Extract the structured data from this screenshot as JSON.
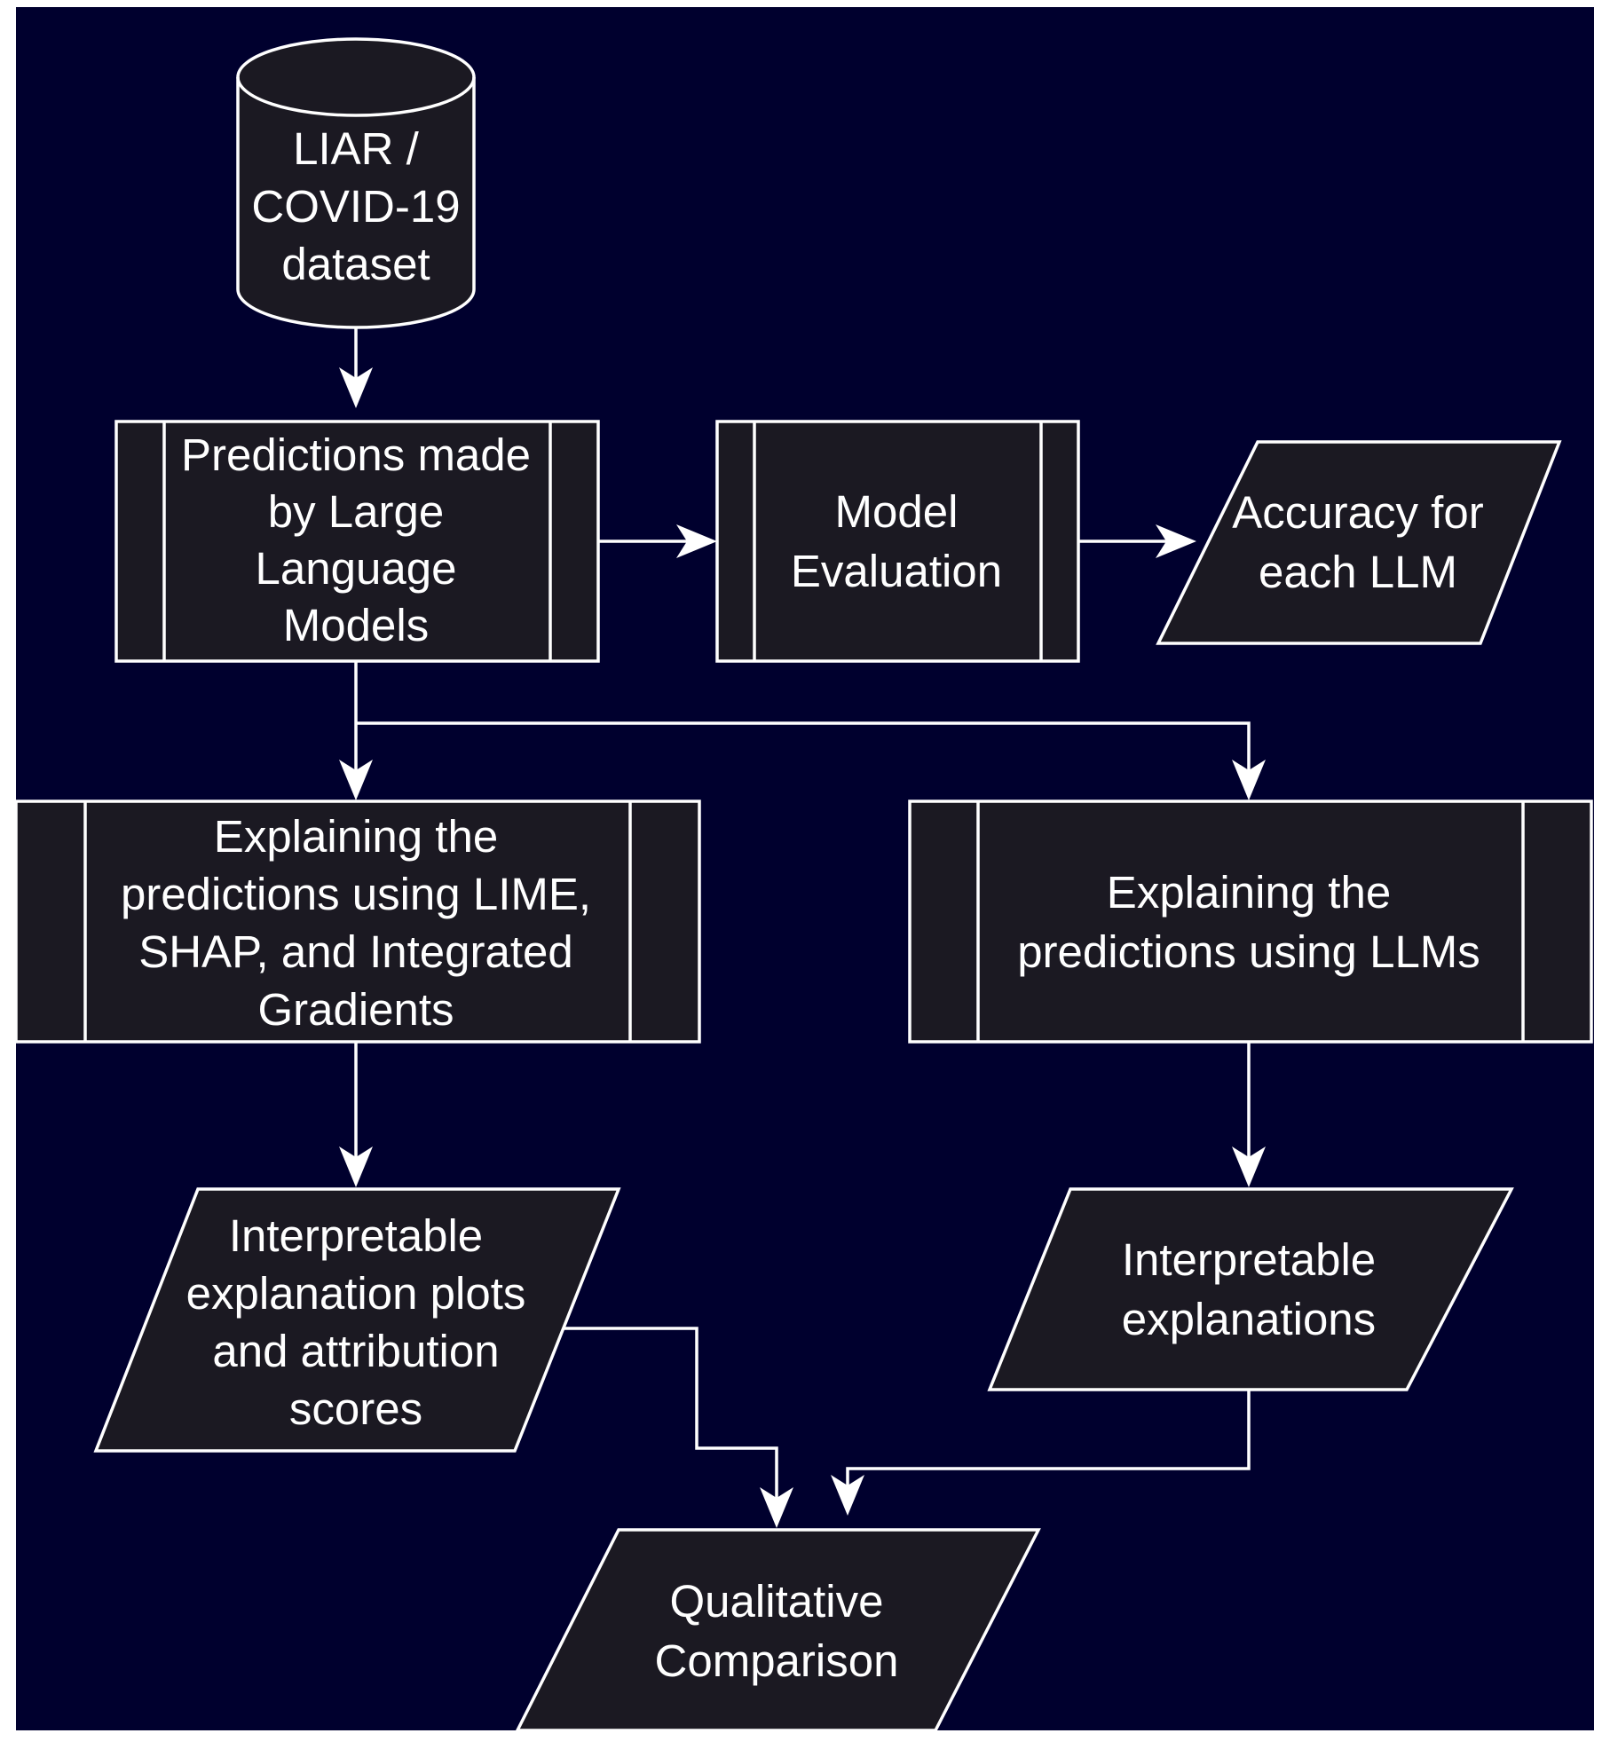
{
  "colors": {
    "background": "#00002e",
    "node_fill": "#1b1922",
    "stroke": "#ffffff",
    "text": "#ffffff"
  },
  "nodes": {
    "dataset": {
      "shape": "cylinder",
      "lines": [
        "LIAR /",
        "COVID-19",
        "dataset"
      ]
    },
    "predictions": {
      "shape": "process",
      "lines": [
        "Predictions made",
        "by Large",
        "Language",
        "Models"
      ]
    },
    "evaluation": {
      "shape": "process",
      "lines": [
        "Model",
        "Evaluation"
      ]
    },
    "accuracy": {
      "shape": "data",
      "lines": [
        "Accuracy for",
        "each LLM"
      ]
    },
    "explain_xai": {
      "shape": "process",
      "lines": [
        "Explaining the",
        "predictions using LIME,",
        "SHAP, and Integrated",
        "Gradients"
      ]
    },
    "explain_llm": {
      "shape": "process",
      "lines": [
        "Explaining the",
        "predictions using LLMs"
      ]
    },
    "plots": {
      "shape": "data",
      "lines": [
        "Interpretable",
        "explanation plots",
        "and attribution",
        "scores"
      ]
    },
    "explanations": {
      "shape": "data",
      "lines": [
        "Interpretable",
        "explanations"
      ]
    },
    "comparison": {
      "shape": "data",
      "lines": [
        "Qualitative",
        "Comparison"
      ]
    }
  },
  "edges": [
    [
      "dataset",
      "predictions"
    ],
    [
      "predictions",
      "evaluation"
    ],
    [
      "evaluation",
      "accuracy"
    ],
    [
      "predictions",
      "explain_xai"
    ],
    [
      "predictions",
      "explain_llm"
    ],
    [
      "explain_xai",
      "plots"
    ],
    [
      "explain_llm",
      "explanations"
    ],
    [
      "plots",
      "comparison"
    ],
    [
      "explanations",
      "comparison"
    ]
  ]
}
